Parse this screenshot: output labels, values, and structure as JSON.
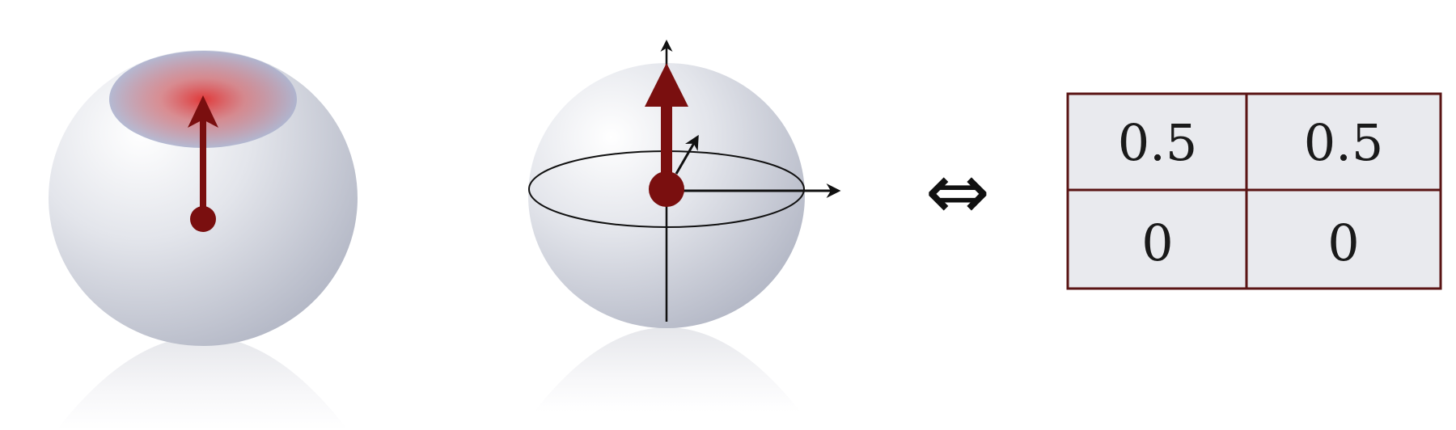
{
  "relation_symbol": "⇔",
  "table": {
    "rows": [
      [
        "0.5",
        "0.5"
      ],
      [
        "0",
        "0"
      ]
    ]
  },
  "colors": {
    "arrow": "#7a0f0f",
    "table_border": "#5a1414",
    "table_fill": "#e9eaee",
    "axis": "#111111",
    "sphere_light": "#ffffff",
    "sphere_dark": "#b5b9c6",
    "cap_blue": "#aab0cc",
    "cap_red": "#d83030"
  },
  "icons": {
    "left_sphere": "sphere-with-blurred-cap-icon",
    "right_sphere": "bloch-sphere-axes-icon"
  }
}
